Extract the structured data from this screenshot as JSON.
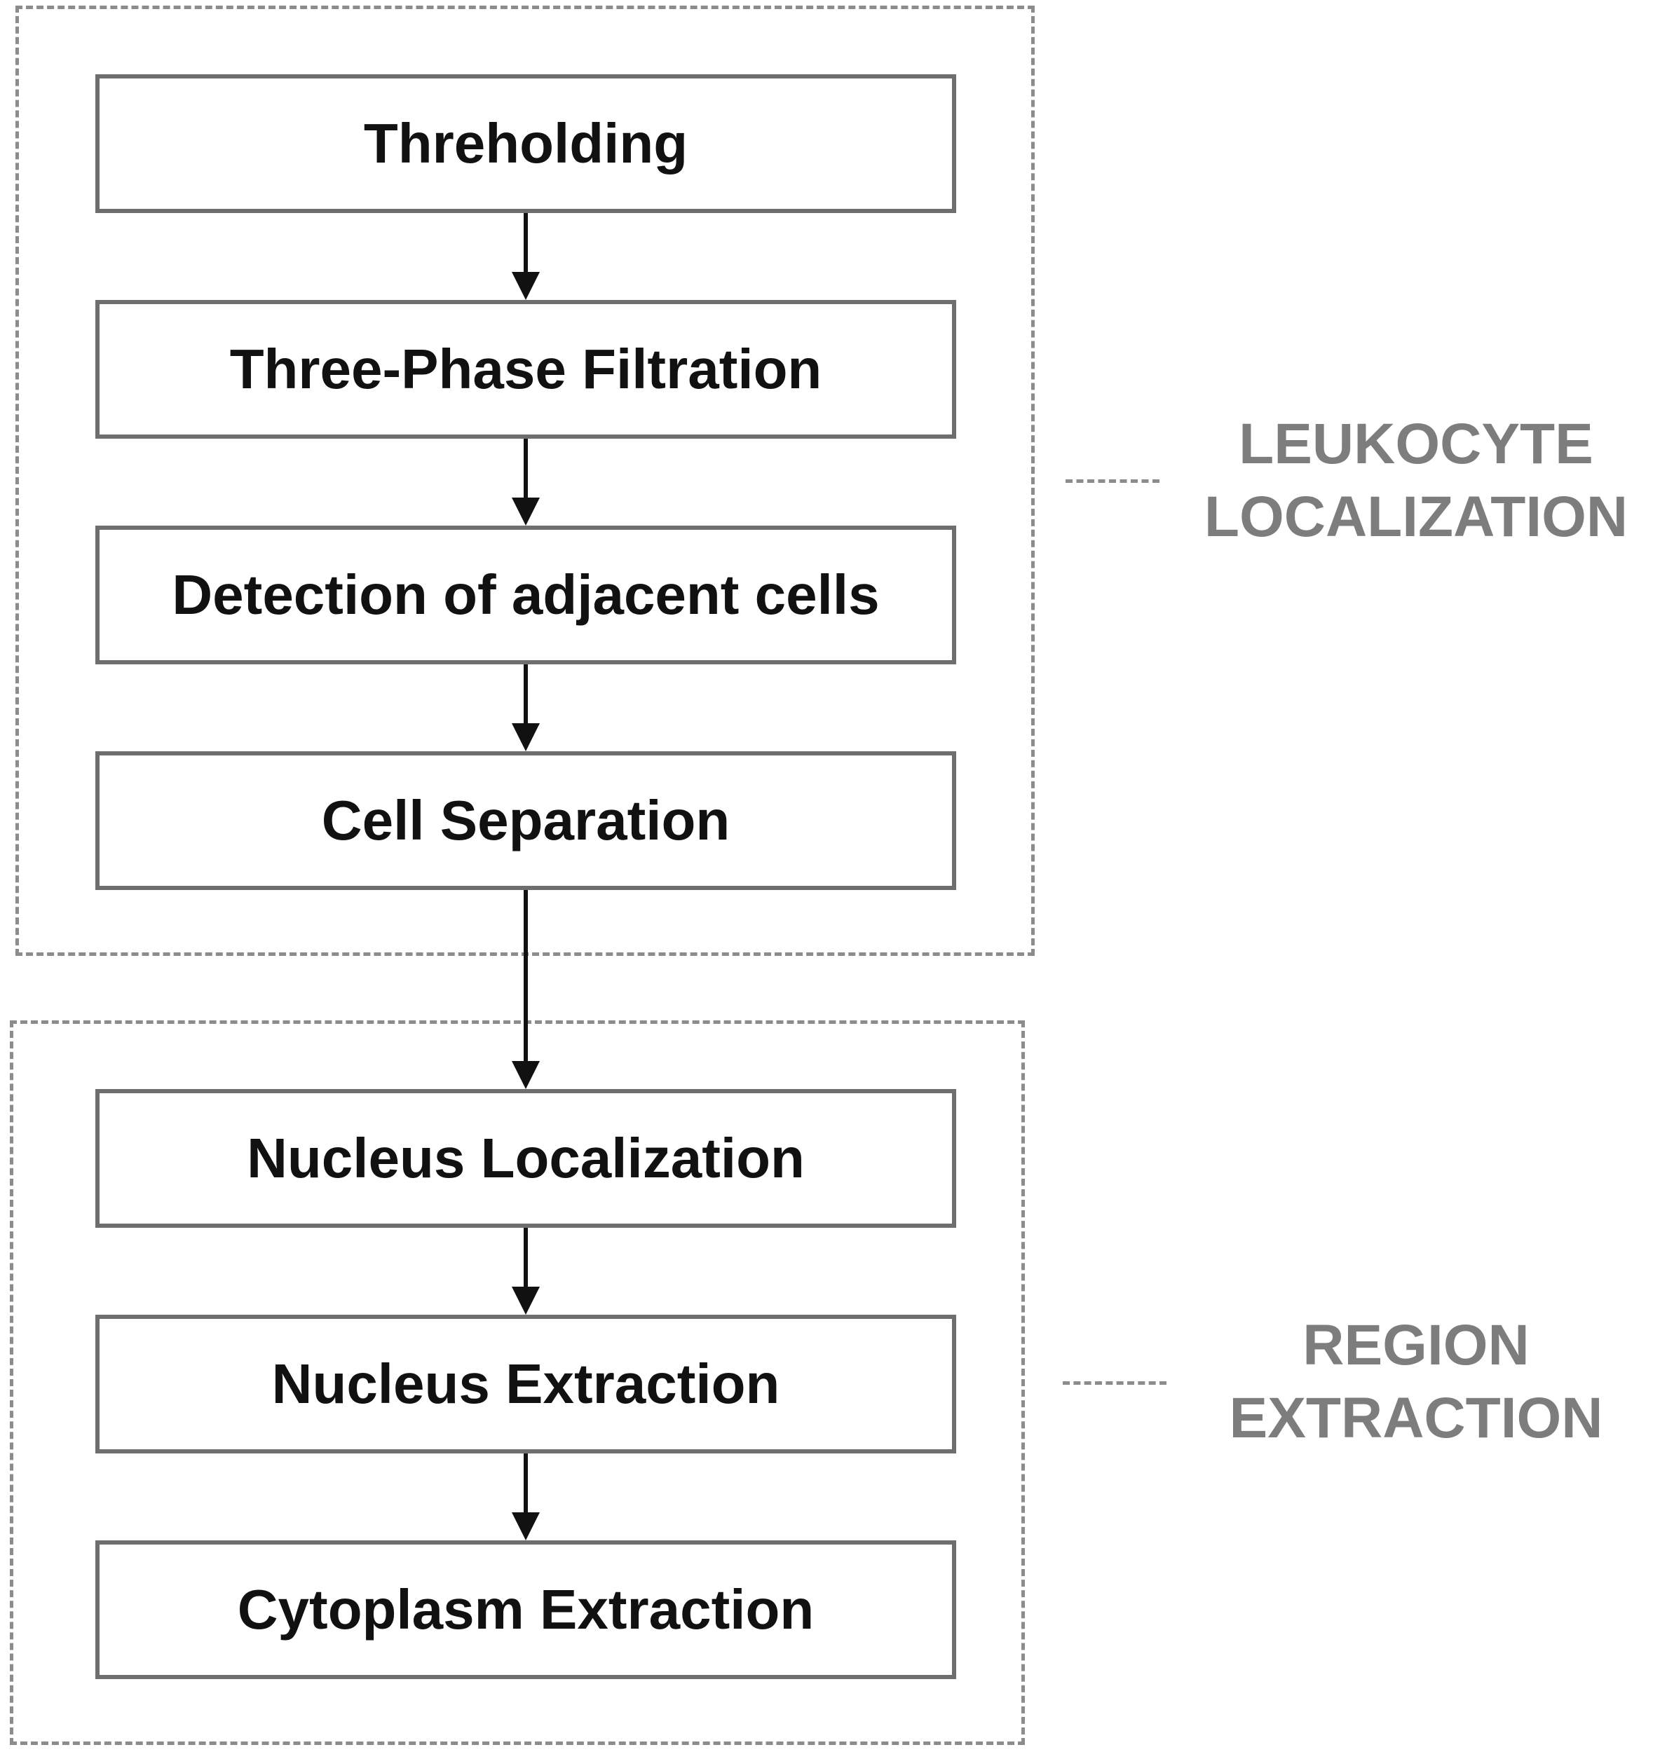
{
  "diagram": {
    "steps": [
      {
        "label": "Threholding"
      },
      {
        "label": "Three-Phase Filtration"
      },
      {
        "label": "Detection of adjacent cells"
      },
      {
        "label": "Cell Separation"
      },
      {
        "label": "Nucleus Localization"
      },
      {
        "label": "Nucleus Extraction"
      },
      {
        "label": "Cytoplasm Extraction"
      }
    ],
    "groups": [
      {
        "label_line1": "LEUKOCYTE",
        "label_line2": "LOCALIZATION",
        "steps": [
          0,
          1,
          2,
          3
        ]
      },
      {
        "label_line1": "REGION",
        "label_line2": "EXTRACTION",
        "steps": [
          4,
          5,
          6
        ]
      }
    ],
    "flow": "top-to-bottom",
    "colors": {
      "step_border": "#6e6e6e",
      "step_text": "#111111",
      "group_border": "#8c8c8c",
      "group_label": "#7d7d7d",
      "arrow": "#111111"
    }
  }
}
